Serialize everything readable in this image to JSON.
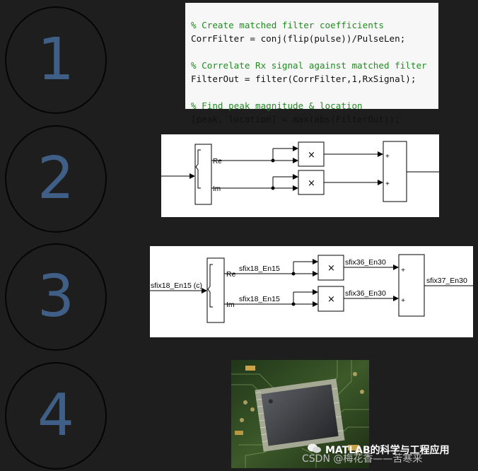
{
  "steps": [
    "1",
    "2",
    "3",
    "4"
  ],
  "code": {
    "comment1": "% Create matched filter coefficients",
    "line1": "CorrFilter = conj(flip(pulse))/PulseLen;",
    "comment2": "% Correlate Rx signal against matched filter",
    "line2": "FilterOut = filter(CorrFilter,1,RxSignal);",
    "comment3": "% Find peak magnitude & location",
    "line3": "[peak, location] = max(abs(FilterOut));"
  },
  "diagram2": {
    "split_top": "Re",
    "split_bottom": "Im",
    "mult_symbol": "×",
    "sum_plus": "+"
  },
  "diagram3": {
    "input_label": "sfix18_En15 (c)",
    "split_top": "Re",
    "split_bottom": "Im",
    "re_label": "sfix18_En15",
    "im_label": "sfix18_En15",
    "mult_top_out": "sfix36_En30",
    "mult_bottom_out": "sfix36_En30",
    "output_label": "sfix37_En30",
    "mult_symbol": "×",
    "sum_plus": "+"
  },
  "watermark": {
    "brand": "MATLAB的科学与工程应用",
    "site": "CSDN @梅花香——苦寒来"
  },
  "colors": {
    "background": "#1e1e1e",
    "step_number": "#3f5f87",
    "code_comment": "#228b22",
    "board_green": "#2c4020"
  }
}
